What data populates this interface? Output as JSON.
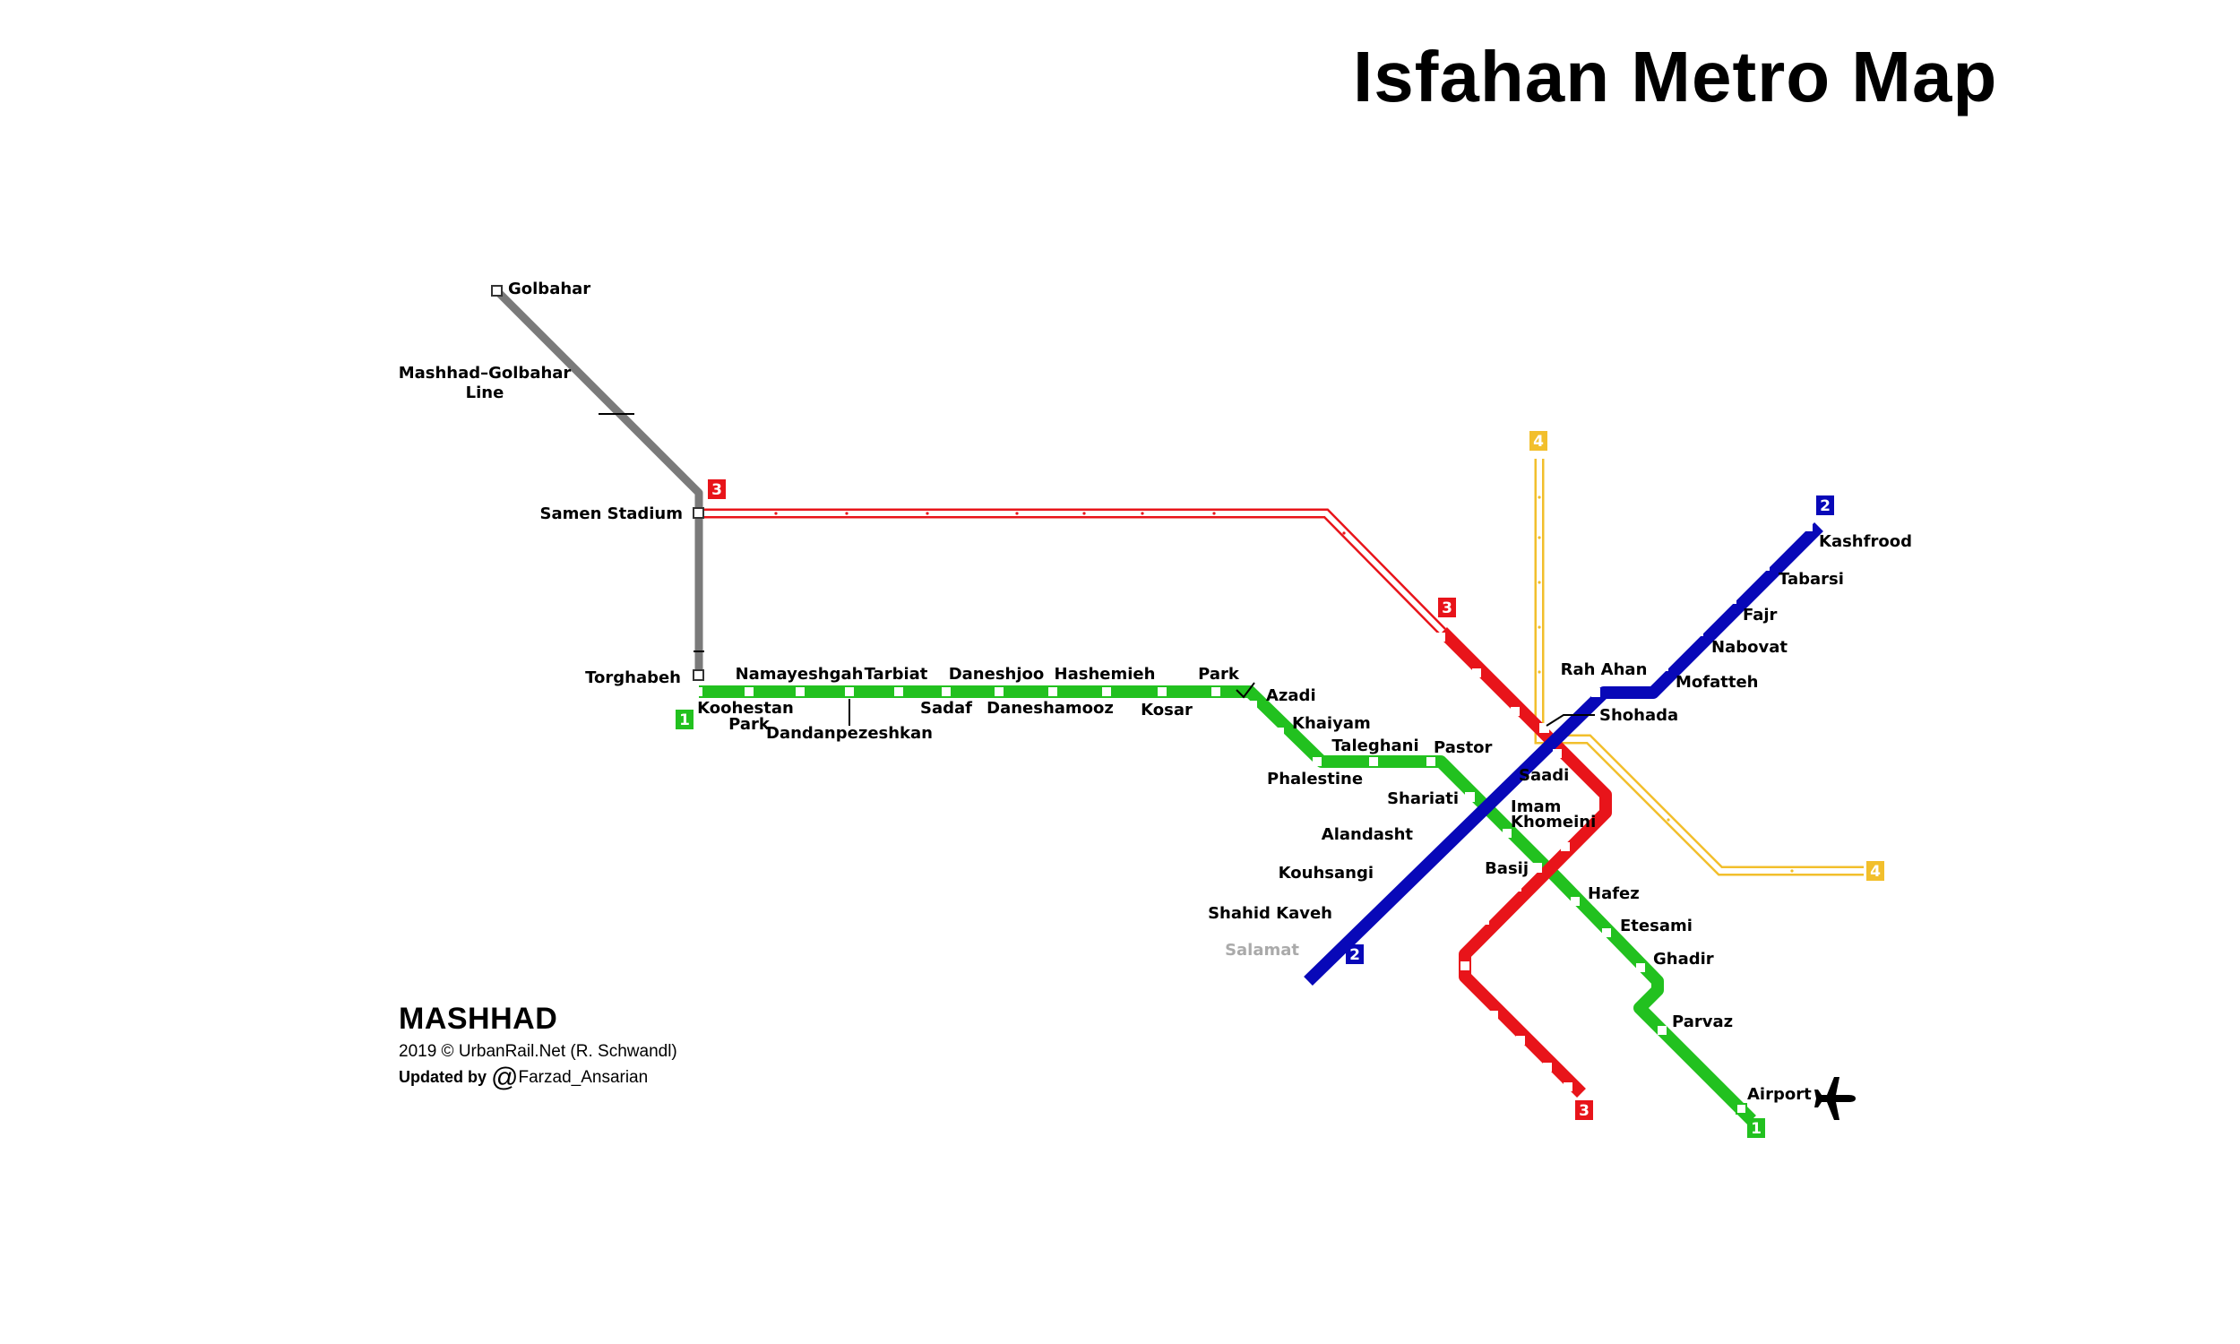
{
  "title": "Isfahan Metro Map",
  "colors": {
    "line1": "#22c11f",
    "line2": "#0808b8",
    "line3": "#e8141a",
    "line4": "#f2bf2c",
    "grey_line": "#7a7a7a"
  },
  "lines": [
    {
      "id": "1",
      "color_key": "line1",
      "badges": [
        "1",
        "1"
      ]
    },
    {
      "id": "2",
      "color_key": "line2",
      "badges": [
        "2",
        "2"
      ]
    },
    {
      "id": "3",
      "color_key": "line3",
      "badges": [
        "3",
        "3",
        "3"
      ]
    },
    {
      "id": "4",
      "color_key": "line4",
      "badges": [
        "4",
        "4"
      ]
    }
  ],
  "grey_line_label": [
    "Mashhad–Golbahar",
    "Line"
  ],
  "stations": {
    "golbahar": "Golbahar",
    "samen_stadium": "Samen Stadium",
    "torghabeh": "Torghabeh",
    "koohestan_park": [
      "Koohestan",
      "Park"
    ],
    "namayeshgah": "Namayeshgah",
    "dandanpezeshkan": "Dandanpezeshkan",
    "tarbiat": "Tarbiat",
    "sadaf": "Sadaf",
    "daneshjoo": "Daneshjoo",
    "daneshamooz": "Daneshamooz",
    "hashemieh": "Hashemieh",
    "kosar": "Kosar",
    "park": "Park",
    "azadi": "Azadi",
    "khaiyam": "Khaiyam",
    "phalestine": "Phalestine",
    "taleghani": "Taleghani",
    "pastor": "Pastor",
    "shariati": "Shariati",
    "imam_khomeini": [
      "Imam",
      "Khomeini"
    ],
    "basij": "Basij",
    "hafez": "Hafez",
    "etesami": "Etesami",
    "ghadir": "Ghadir",
    "parvaz": "Parvaz",
    "airport": "Airport",
    "kashfrood": "Kashfrood",
    "tabarsi": "Tabarsi",
    "fajr": "Fajr",
    "nabovat": "Nabovat",
    "mofatteh": "Mofatteh",
    "rah_ahan": "Rah Ahan",
    "shohada": "Shohada",
    "saadi": "Saadi",
    "alandasht": "Alandasht",
    "kouhsangi": "Kouhsangi",
    "shahid_kaveh": "Shahid Kaveh",
    "salamat": "Salamat"
  },
  "credits": {
    "city": "MASHHAD",
    "line1": "2019 © UrbanRail.Net (R. Schwandl)",
    "updated_by": "Updated by",
    "at_symbol": "@",
    "handle": "Farzad_Ansarian"
  },
  "icons": {
    "airport": "airplane-icon"
  }
}
